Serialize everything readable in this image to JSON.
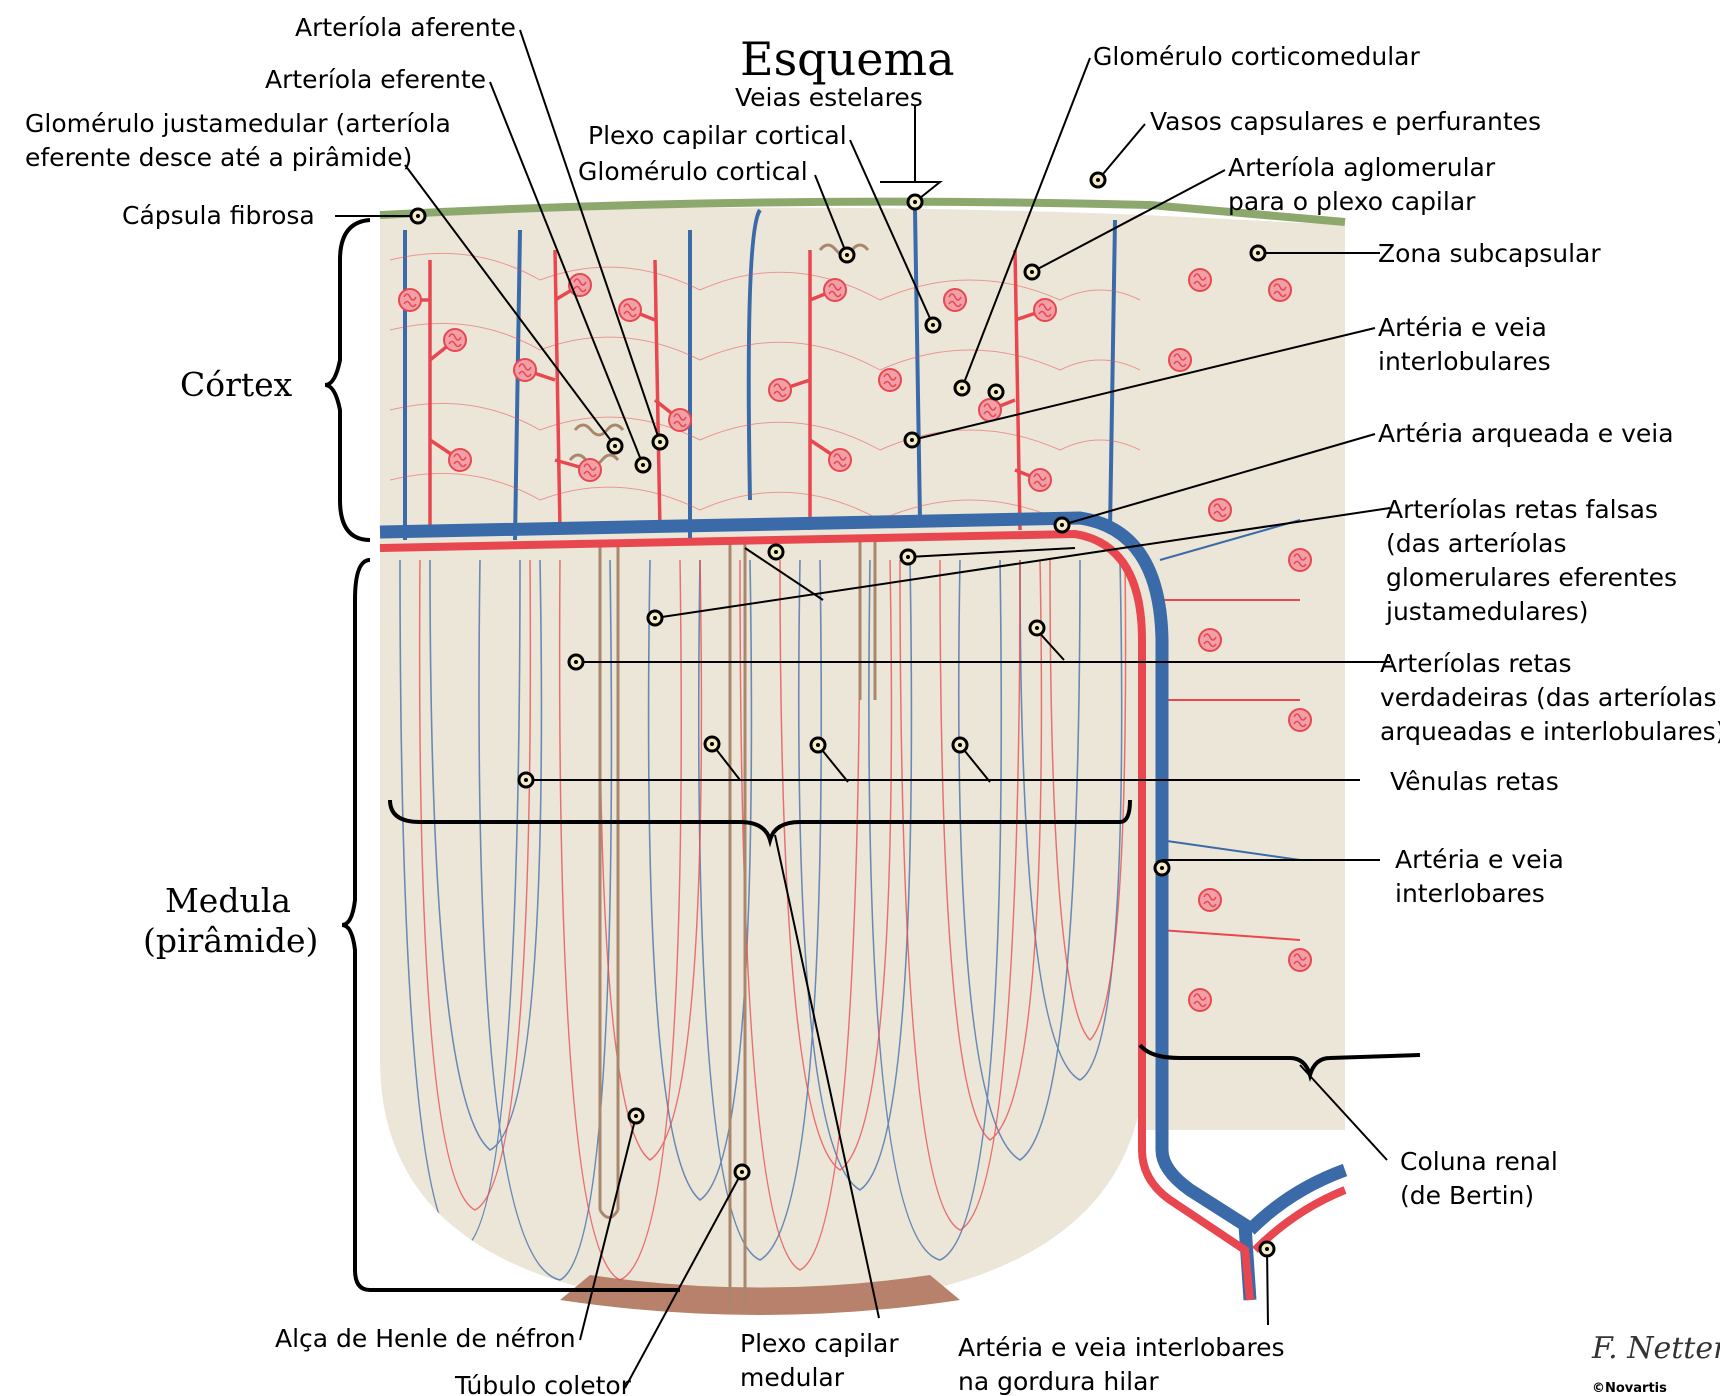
{
  "title": "Esquema",
  "regions": {
    "cortex": "Córtex",
    "medula_line1": "Medula",
    "medula_line2": "(pirâmide)"
  },
  "labels": {
    "arteriola_aferente": "Arteríola aferente",
    "arteriola_eferente": "Arteríola eferente",
    "glomerulo_justamedular_1": "Glomérulo justamedular (arteríola",
    "glomerulo_justamedular_2": "eferente desce até a pirâmide)",
    "capsula_fibrosa": "Cápsula fibrosa",
    "veias_estelares": "Veias estelares",
    "plexo_capilar_cortical": "Plexo capilar cortical",
    "glomerulo_cortical": "Glomérulo cortical",
    "glomerulo_corticomedular": "Glomérulo corticomedular",
    "vasos_capsulares": "Vasos capsulares e perfurantes",
    "arteriola_aglomerular_1": "Arteríola aglomerular",
    "arteriola_aglomerular_2": "para o plexo capilar",
    "zona_subcapsular": "Zona subcapsular",
    "arteria_veia_interlobulares_1": "Artéria e veia",
    "arteria_veia_interlobulares_2": "interlobulares",
    "arteria_arqueada": "Artéria arqueada e veia",
    "arteriolas_falsas_1": "Arteríolas retas falsas",
    "arteriolas_falsas_2": "(das arteríolas",
    "arteriolas_falsas_3": "glomerulares eferentes",
    "arteriolas_falsas_4": "justamedulares)",
    "arteriolas_verdadeiras_1": "Arteríolas retas",
    "arteriolas_verdadeiras_2": "verdadeiras (das arteríolas",
    "arteriolas_verdadeiras_3": "arqueadas e interlobulares)",
    "venulas_retas": "Vênulas retas",
    "arteria_veia_interlobares_1": "Artéria e veia",
    "arteria_veia_interlobares_2": "interlobares",
    "coluna_renal_1": "Coluna renal",
    "coluna_renal_2": "(de Bertin)",
    "alca_henle": "Alça de Henle de néfron",
    "tubulo_coletor": "Túbulo coletor",
    "plexo_medular_1": "Plexo capilar",
    "plexo_medular_2": "medular",
    "hilar_1": "Artéria e veia interlobares",
    "hilar_2": "na gordura hilar"
  },
  "credit": "©Novartis",
  "signature": "F. Netter",
  "colors": {
    "artery": "#e8474f",
    "vein": "#3b6aa8",
    "tubule": "#a9876d",
    "tissue": "#ece6d8",
    "capsule": "#8da86d"
  }
}
